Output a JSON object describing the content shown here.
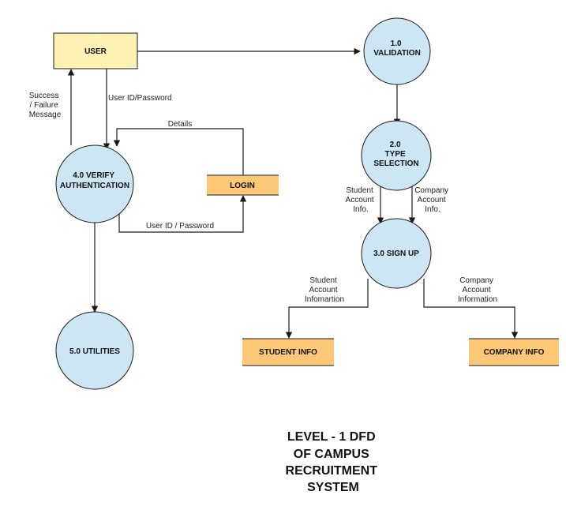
{
  "colors": {
    "process_fill": "#cce6f4",
    "user_fill": "#fdf2b4",
    "store_fill": "#fcc876",
    "stroke": "#1a1a1a"
  },
  "nodes": {
    "user": {
      "label": "USER"
    },
    "validation": {
      "number": "1.0",
      "label": "VALIDATION"
    },
    "type_selection": {
      "number": "2.0",
      "line1": "TYPE",
      "line2": "SELECTION"
    },
    "sign_up": {
      "label": "3.0 SIGN UP"
    },
    "verify": {
      "line1": "4.0 VERIFY",
      "line2": "AUTHENTICATION"
    },
    "login": {
      "label": "LOGIN"
    },
    "utilities": {
      "label": "5.0 UTILITIES"
    },
    "student_info": {
      "label": "STUDENT INFO"
    },
    "company_info": {
      "label": "COMPANY INFO"
    }
  },
  "edges": {
    "success_failure": [
      "Success",
      "/ Failure",
      "Message"
    ],
    "user_id_password": "User ID/Password",
    "details": "Details",
    "user_id_password_2": "User ID / Password",
    "student_account_info": [
      "Student",
      "Account",
      "Info."
    ],
    "company_account_info": [
      "Company",
      "Account",
      "Info."
    ],
    "student_account_infomartion": [
      "Student",
      "Account",
      "Infomartion"
    ],
    "company_account_information": [
      "Company",
      "Account",
      "Information"
    ]
  },
  "title": [
    "LEVEL - 1 DFD",
    "OF CAMPUS",
    "RECRUITMENT",
    "SYSTEM"
  ]
}
